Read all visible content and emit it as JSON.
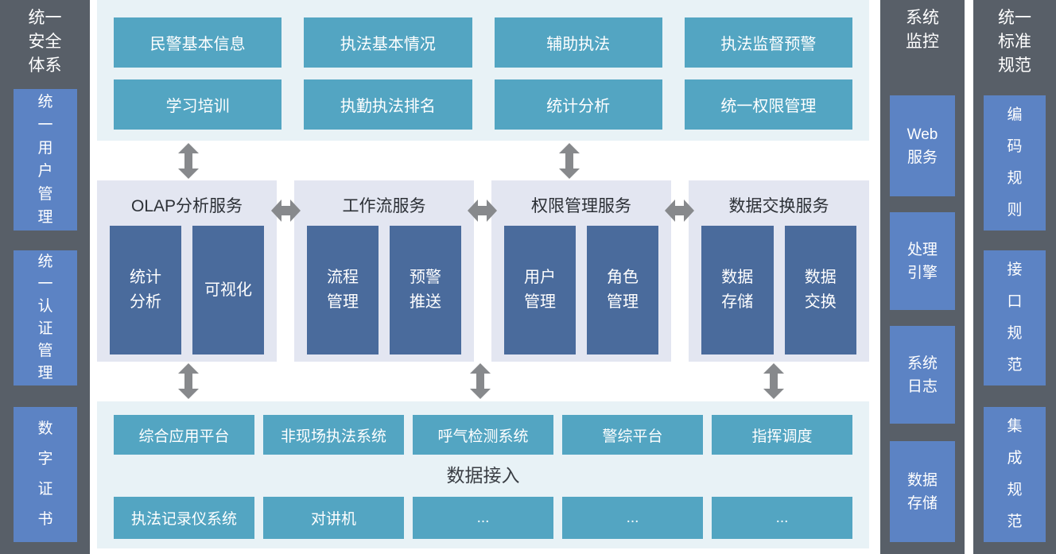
{
  "colors": {
    "column_bg": "#585f68",
    "side_box_blue": "#5c83c4",
    "teal_box": "#53a5c2",
    "band_bg": "#e8f2f6",
    "group_bg": "#e3e6f1",
    "dark_blue_box": "#4a6b9c",
    "arrow_gray": "#87898c",
    "title_text": "#2c3036"
  },
  "left_column": {
    "title": "统一\n安全\n体系",
    "items": [
      {
        "label": "统\n一\n用\n户\n管\n理"
      },
      {
        "label": "统\n一\n认\n证\n管\n理"
      },
      {
        "label": "数\n字\n证\n书"
      }
    ]
  },
  "top_band": {
    "rows": [
      [
        "民警基本信息",
        "执法基本情况",
        "辅助执法",
        "执法监督预警"
      ],
      [
        "学习培训",
        "执勤执法排名",
        "统计分析",
        "统一权限管理"
      ]
    ]
  },
  "service_groups": [
    {
      "title": "OLAP分析服务",
      "boxes": [
        "统计\n分析",
        "可视化"
      ]
    },
    {
      "title": "工作流服务",
      "boxes": [
        "流程\n管理",
        "预警\n推送"
      ]
    },
    {
      "title": "权限管理服务",
      "boxes": [
        "用户\n管理",
        "角色\n管理"
      ]
    },
    {
      "title": "数据交换服务",
      "boxes": [
        "数据\n存储",
        "数据\n交换"
      ]
    }
  ],
  "bottom_band": {
    "row1": [
      "综合应用平台",
      "非现场执法系统",
      "呼气检测系统",
      "警综平台",
      "指挥调度"
    ],
    "label": "数据接入",
    "row2": [
      "执法记录仪系统",
      "对讲机",
      "...",
      "...",
      "..."
    ]
  },
  "monitor_column": {
    "title": "系统\n监控",
    "items": [
      {
        "label": "Web\n服务"
      },
      {
        "label": "处理\n引擎"
      },
      {
        "label": "系统\n日志"
      },
      {
        "label": "数据\n存储"
      }
    ]
  },
  "standard_column": {
    "title": "统一\n标准\n规范",
    "items": [
      {
        "label": "编\n码\n规\n则"
      },
      {
        "label": "接\n口\n规\n范"
      },
      {
        "label": "集\n成\n规\n范"
      }
    ]
  }
}
